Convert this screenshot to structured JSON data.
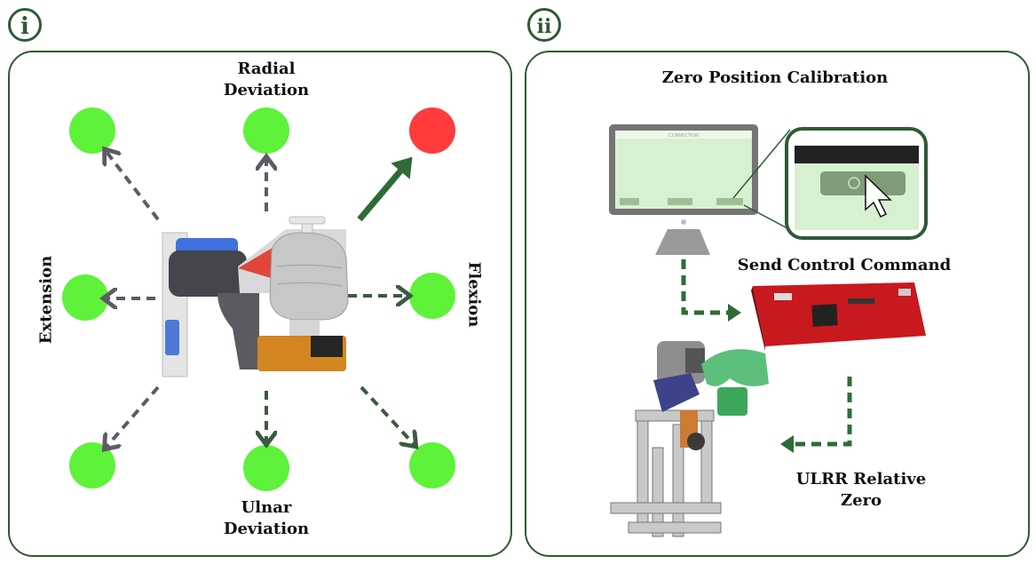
{
  "panel_i": {
    "badge": "i",
    "labels": {
      "radial": "Radial\nDeviation",
      "ulnar": "Ulnar\nDeviation",
      "extension": "Extension",
      "flexion": "Flexion"
    },
    "target_colors": {
      "inactive": "#5ef23a",
      "active": "#ff3b3b"
    }
  },
  "panel_ii": {
    "badge": "ii",
    "title": "Zero Position Calibration",
    "send_command": "Send Control Command",
    "relative_zero": "ULRR Relative\nZero",
    "monitor_header": "CONNECTION"
  },
  "colors": {
    "frame": "#2f5a34",
    "arrow_dark": "#2e5a33",
    "arrow_gray": "#5e5a66"
  }
}
